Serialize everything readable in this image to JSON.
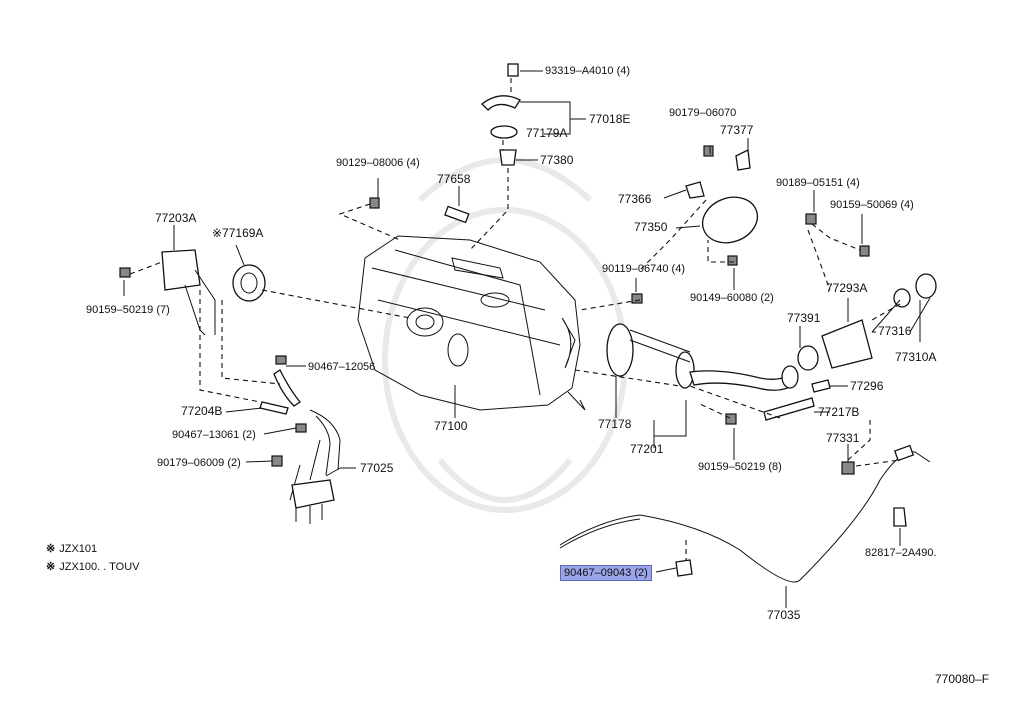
{
  "diagram_code": "770080–F",
  "highlight_color": "#9aa4e8",
  "labels": {
    "p93319": "93319–A4010 (4)",
    "p77018E": "77018E",
    "p77179A": "77179A",
    "p77380": "77380",
    "p90179_06070": "90179–06070",
    "p77377": "77377",
    "p90129": "90129–08006 (4)",
    "p77658": "77658",
    "p77366": "77366",
    "p90189": "90189–05151 (4)",
    "p77203A": "77203A",
    "p77169A": "※77169A",
    "p77350": "77350",
    "p90159_50069": "90159–50069 (4)",
    "p90119": "90119–06740 (4)",
    "p90149": "90149–60080 (2)",
    "p77293A": "77293A",
    "p90159_50219_7": "90159–50219 (7)",
    "p77391": "77391",
    "p77316": "77316",
    "p77310A": "77310A",
    "p90467_12056": "90467–12056",
    "p77296": "77296",
    "p77204B": "77204B",
    "p77100": "77100",
    "p77217B": "77217B",
    "p77178": "77178",
    "p90467_13061": "90467–13061 (2)",
    "p77201": "77201",
    "p77331": "77331",
    "p90179_06009": "90179–06009 (2)",
    "p77025": "77025",
    "p90159_50219_8": "90159–50219 (8)",
    "p82817": "82817–2A490.",
    "p90467_09043": "90467–09043 (2)",
    "p77035": "77035"
  },
  "notes": [
    {
      "mark": "※",
      "text": "JZX101"
    },
    {
      "mark": "※",
      "text": "JZX100. . TOUV"
    }
  ]
}
